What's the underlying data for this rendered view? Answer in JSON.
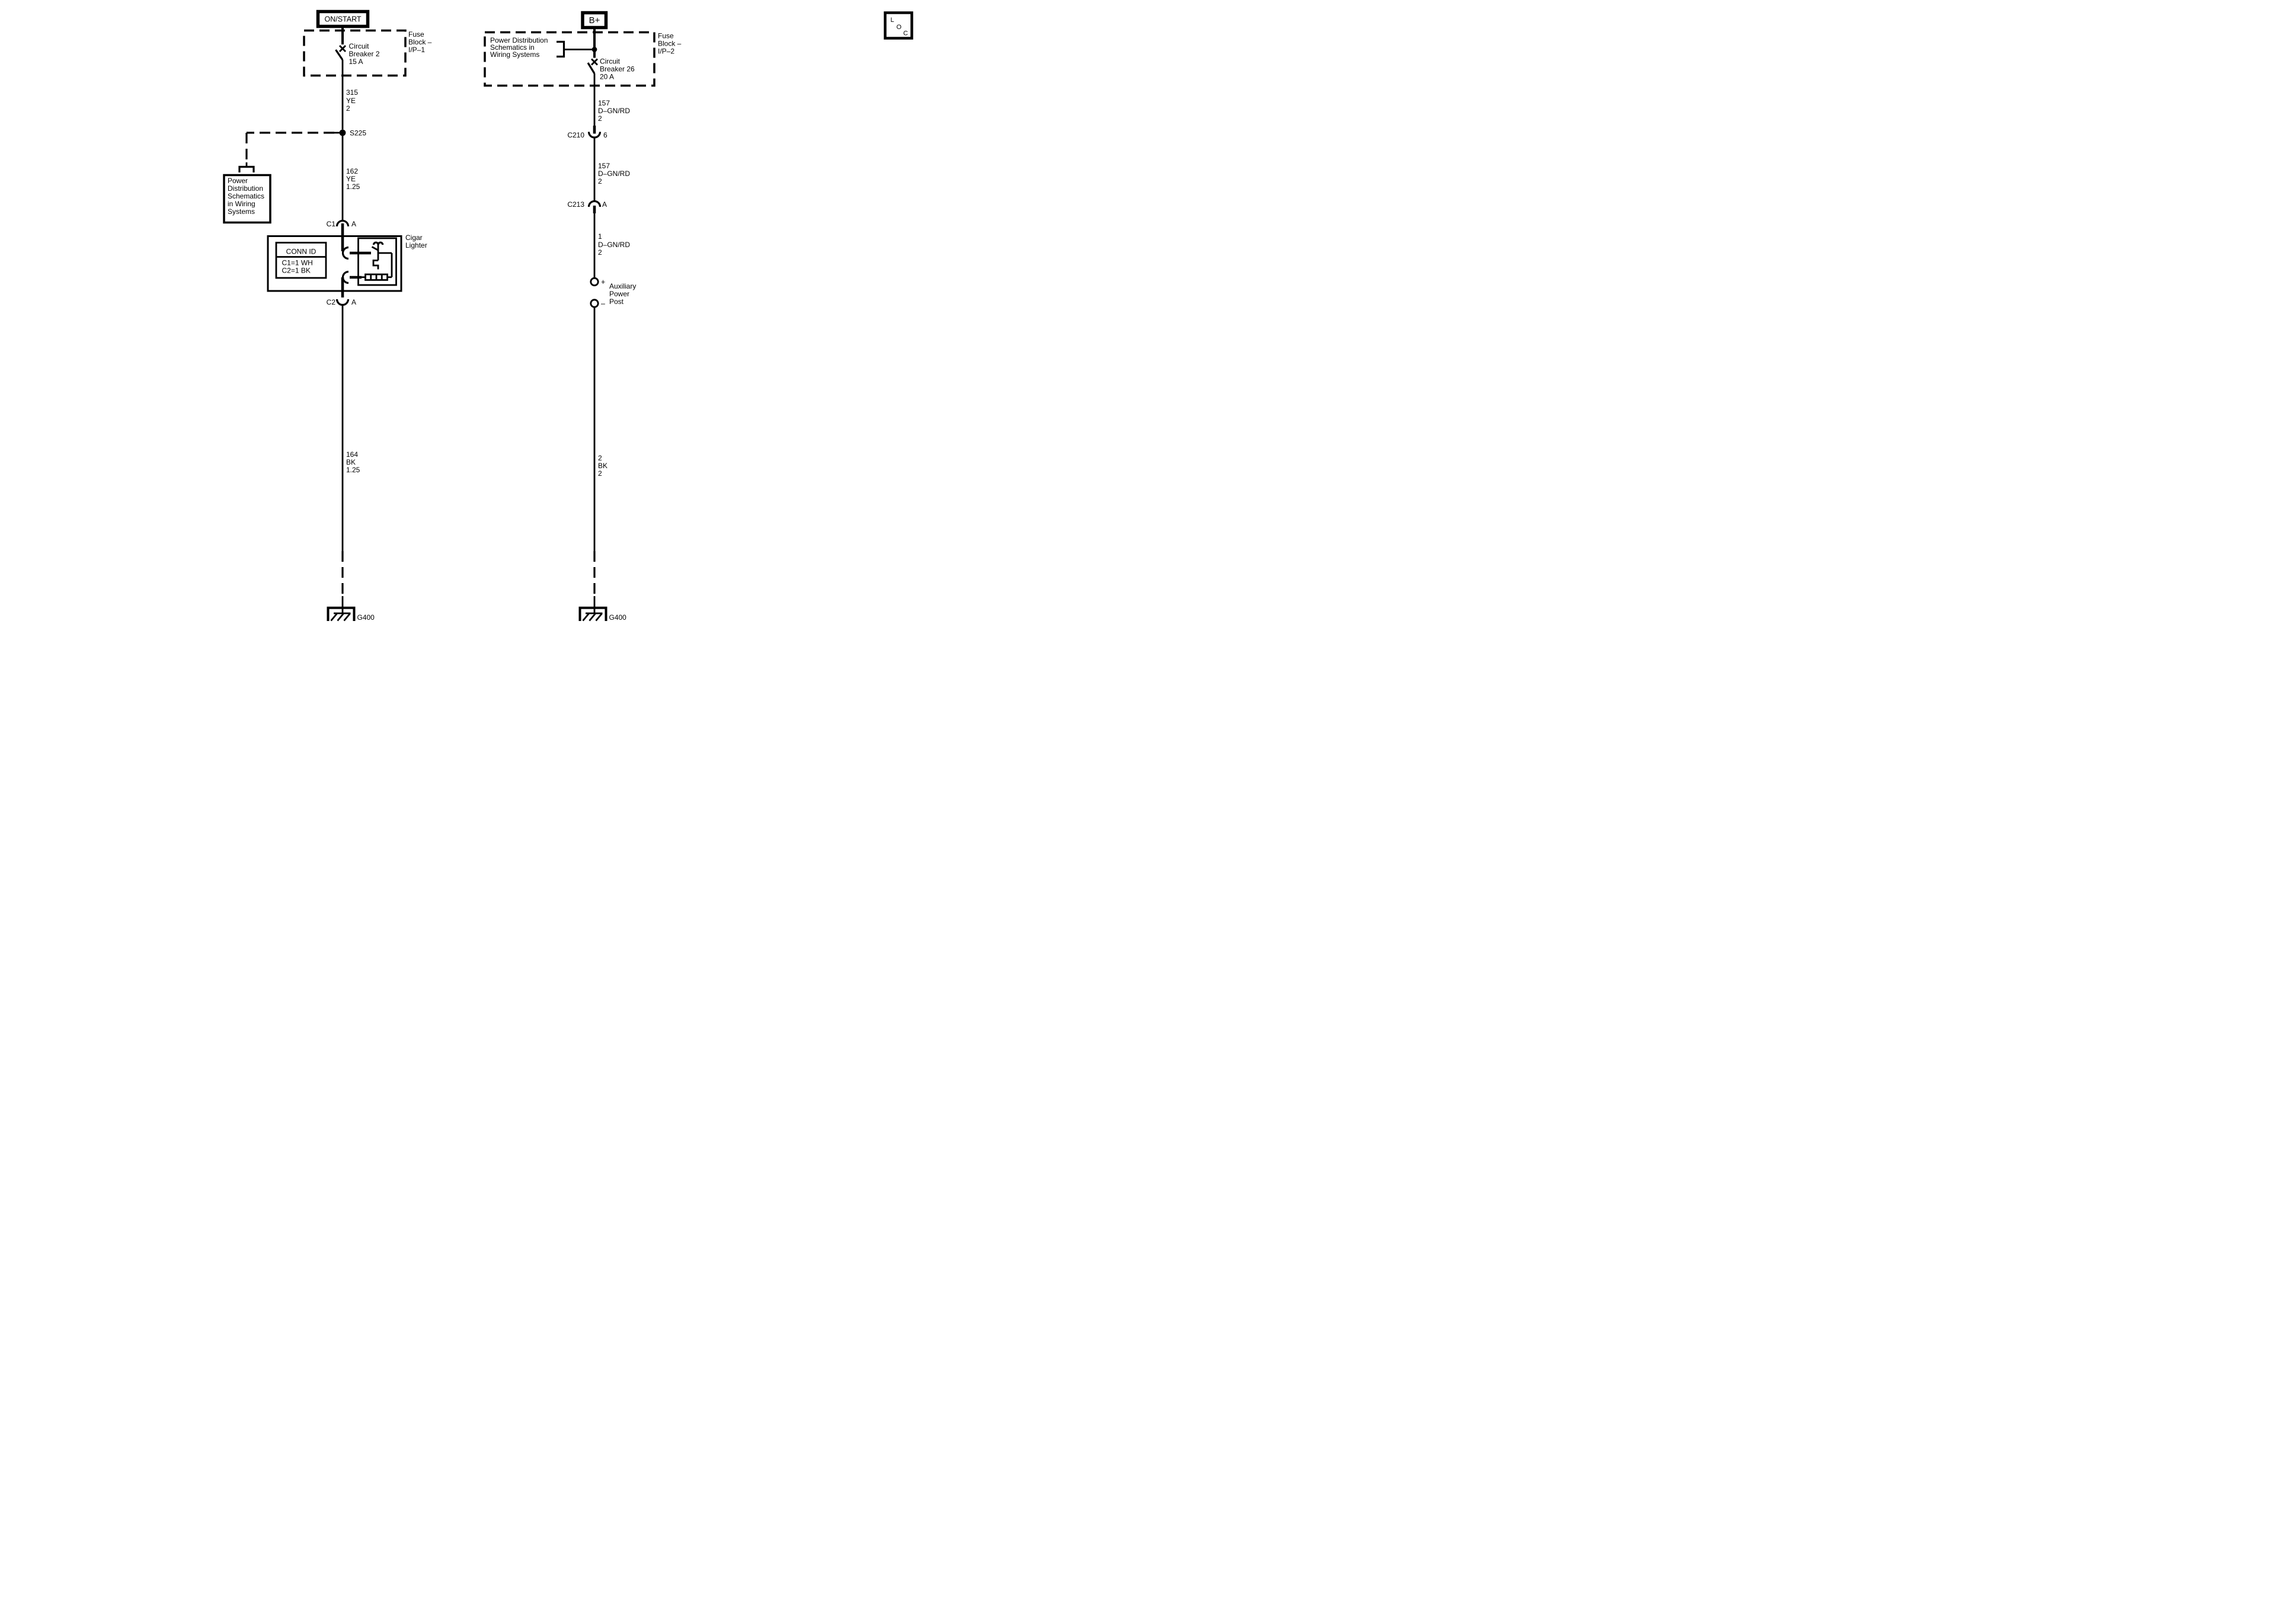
{
  "loc": {
    "l": "L",
    "o": "O",
    "c": "C"
  },
  "left": {
    "source": "ON/START",
    "fuse_block_label": {
      "l1": "Fuse",
      "l2": "Block –",
      "l3": "I/P–1"
    },
    "breaker": {
      "l1": "Circuit",
      "l2": "Breaker 2",
      "l3": "15 A"
    },
    "wire_315": {
      "circuit": "315",
      "color": "YE",
      "gauge": "2"
    },
    "splice": "S225",
    "ref_box": {
      "l1": "Power",
      "l2": "Distribution",
      "l3": "Schematics",
      "l4": "in Wiring",
      "l5": "Systems"
    },
    "wire_162": {
      "circuit": "162",
      "color": "YE",
      "gauge": "1.25"
    },
    "c1": {
      "name": "C1",
      "pin": "A"
    },
    "component": {
      "l1": "Cigar",
      "l2": "Lighter"
    },
    "conn_id": {
      "header": "CONN ID",
      "row1": "C1=1 WH",
      "row2": "C2=1 BK"
    },
    "c2": {
      "name": "C2",
      "pin": "A"
    },
    "wire_164": {
      "circuit": "164",
      "color": "BK",
      "gauge": "1.25"
    },
    "ground": "G400"
  },
  "right": {
    "source": "B+",
    "fuse_block_label": {
      "l1": "Fuse",
      "l2": "Block –",
      "l3": "I/P–2"
    },
    "ref_text": {
      "l1": "Power Distribution",
      "l2": "Schematics in",
      "l3": "Wiring Systems"
    },
    "breaker": {
      "l1": "Circuit",
      "l2": "Breaker 26",
      "l3": "20 A"
    },
    "wire_157a": {
      "circuit": "157",
      "color": "D–GN/RD",
      "gauge": "2"
    },
    "c210": {
      "name": "C210",
      "pin": "6"
    },
    "wire_157b": {
      "circuit": "157",
      "color": "D–GN/RD",
      "gauge": "2"
    },
    "c213": {
      "name": "C213",
      "pin": "A"
    },
    "wire_1": {
      "circuit": "1",
      "color": "D–GN/RD",
      "gauge": "2"
    },
    "post": {
      "plus": "+",
      "minus": "–",
      "l1": "Auxiliary",
      "l2": "Power",
      "l3": "Post"
    },
    "wire_2": {
      "circuit": "2",
      "color": "BK",
      "gauge": "2"
    },
    "ground": "G400"
  }
}
